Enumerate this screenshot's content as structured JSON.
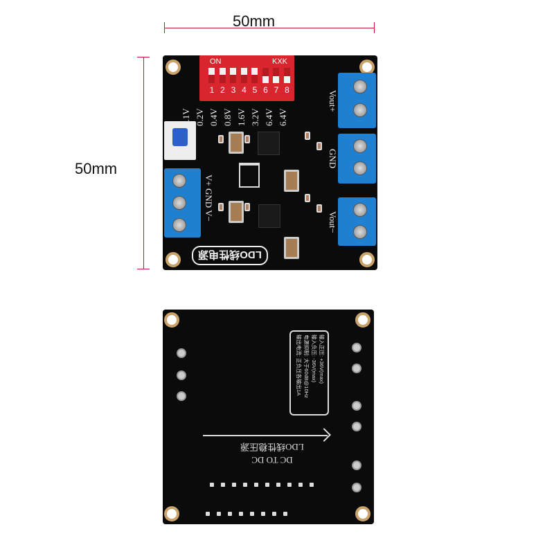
{
  "dimensions": {
    "width_label": "50mm",
    "height_label": "50mm"
  },
  "front": {
    "dip": {
      "on_label": "ON",
      "brand_label": "KXK",
      "numbers": [
        "1",
        "2",
        "3",
        "4",
        "5",
        "6",
        "7",
        "8"
      ],
      "voltages": [
        "0.1V",
        "0.2V",
        "0.4V",
        "0.8V",
        "1.6V",
        "3.2V",
        "6.4V",
        "6.4V"
      ]
    },
    "output_labels": [
      "Vout+",
      "GND",
      "Vout−"
    ],
    "input_label": "V+ GND V−",
    "title": "LDO线性电源"
  },
  "back": {
    "spec_lines": [
      "输入正压: +36V(max)",
      "输入负压: -36V(max)",
      "电源抑制: 大于60dB@10Hz",
      "输出电流: 正负压各输出1A"
    ],
    "title": "LDO线性稳压源",
    "subtitle": "DC TO DC"
  }
}
